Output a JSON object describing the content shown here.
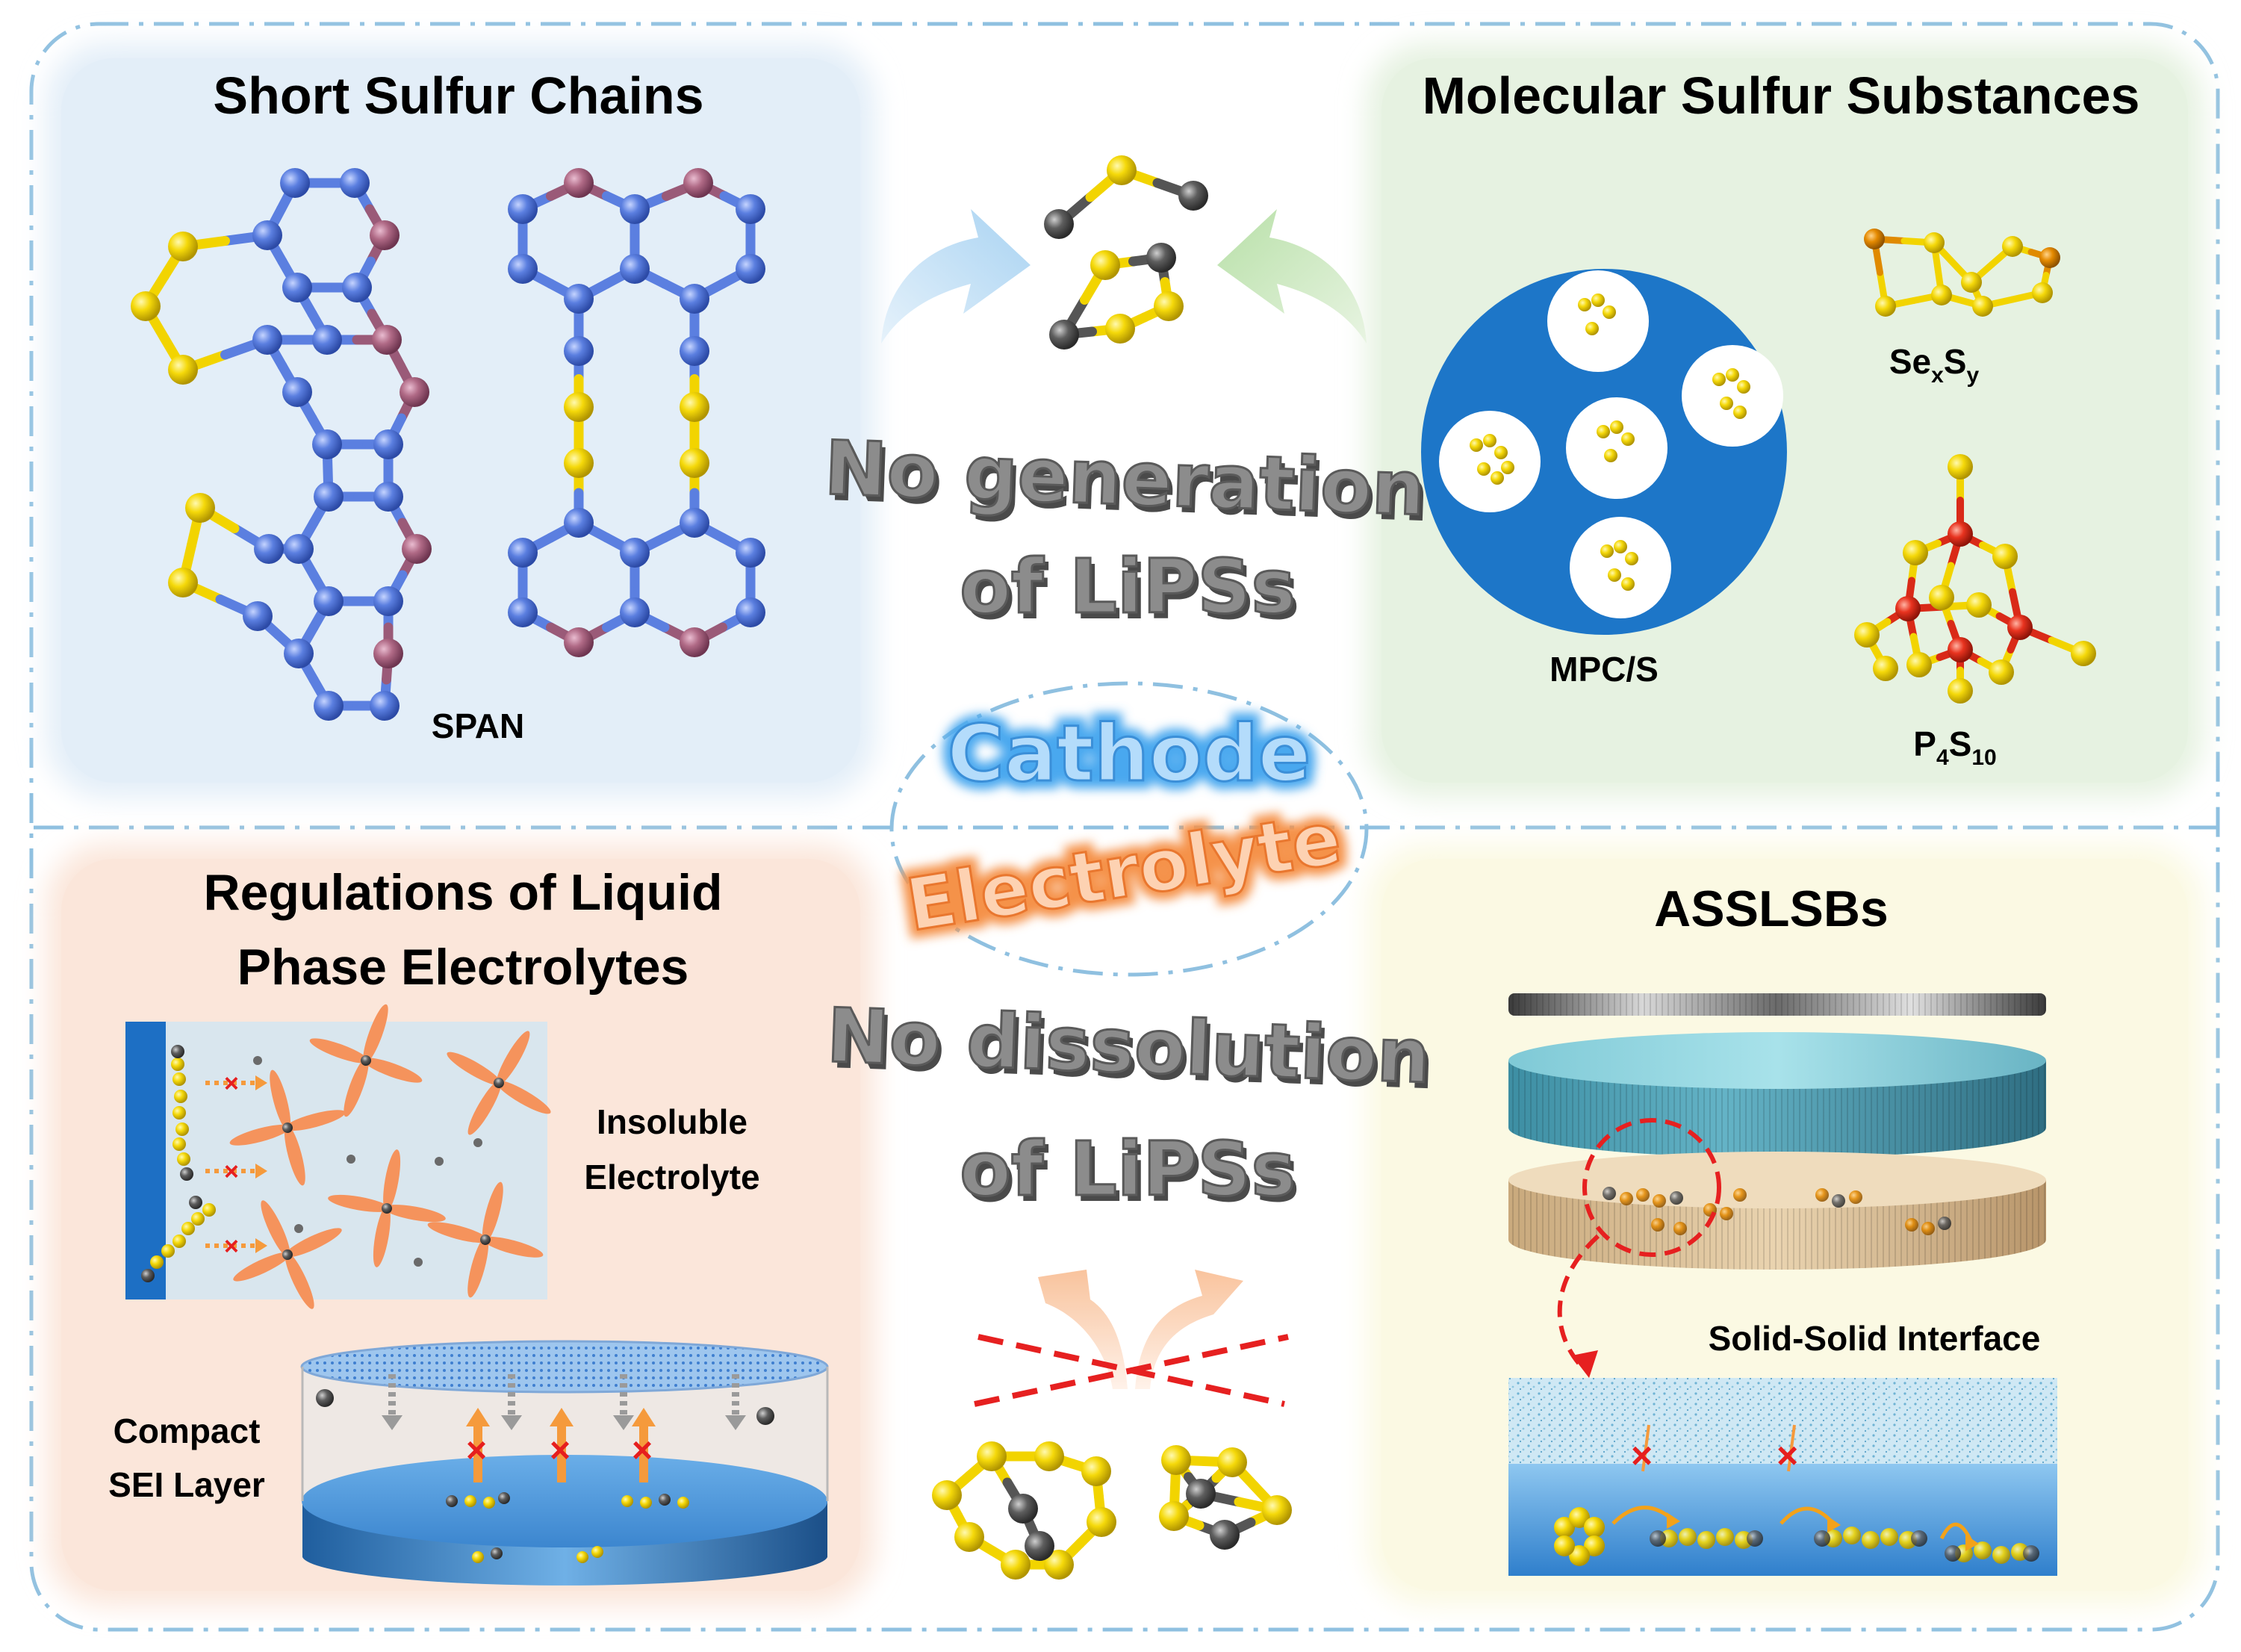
{
  "panels": {
    "short_sulfur": {
      "title": "Short Sulfur Chains",
      "label": "SPAN"
    },
    "molecular": {
      "title": "Molecular Sulfur Substances",
      "label_mpc": "MPC/S",
      "label_sexsy_base1": "Se",
      "label_sexsy_sub1": "x",
      "label_sexsy_base2": "S",
      "label_sexsy_sub2": "y",
      "label_p4s10_base1": "P",
      "label_p4s10_sub1": "4",
      "label_p4s10_base2": "S",
      "label_p4s10_sub2": "10"
    },
    "liquid": {
      "title_line1": "Regulations of Liquid",
      "title_line2": "Phase Electrolytes",
      "insoluble_line1": "Insoluble",
      "insoluble_line2": "Electrolyte",
      "sei_line1": "Compact",
      "sei_line2": "SEI Layer"
    },
    "asslsb": {
      "title": "ASSLSBs",
      "interface": "Solid-Solid Interface"
    }
  },
  "center": {
    "no_generation_line1": "No generation",
    "no_generation_line2": "of LiPSs",
    "cathode": "Cathode",
    "electrolyte": "Electrolyte",
    "no_dissolution_line1": "No dissolution",
    "no_dissolution_line2": "of LiPSs"
  },
  "colors": {
    "sulfur": "#f2d400",
    "carbon": "#5b7fe0",
    "nitrogen": "#b06a86",
    "lithium": "#555555",
    "panel_blue": "#e3eef8",
    "panel_green": "#e6f2e1",
    "panel_orange": "#fbe6da",
    "panel_yellow": "#fbf9e3",
    "cathode_glow": "#4aa8ef",
    "electrolyte_glow": "#f5924a"
  }
}
